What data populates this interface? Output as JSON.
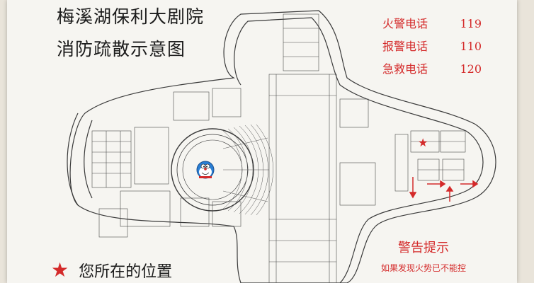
{
  "title": {
    "line1": "梅溪湖保利大剧院",
    "line2": "消防疏散示意图"
  },
  "emergency_numbers": [
    {
      "label": "火警电话",
      "number": "119"
    },
    {
      "label": "报警电话",
      "number": "110"
    },
    {
      "label": "急救电话",
      "number": "120"
    }
  ],
  "warning": {
    "title": "警告提示",
    "text": "如果发现火势已不能控"
  },
  "location_legend": {
    "label": "您所在的位置"
  },
  "colors": {
    "accent_red": "#d42a2a",
    "line": "#3a3a3a",
    "paper": "#f6f5f1"
  },
  "icons": {
    "legend_marker": "red-star-icon",
    "map_marker": "doraemon-face-icon"
  }
}
